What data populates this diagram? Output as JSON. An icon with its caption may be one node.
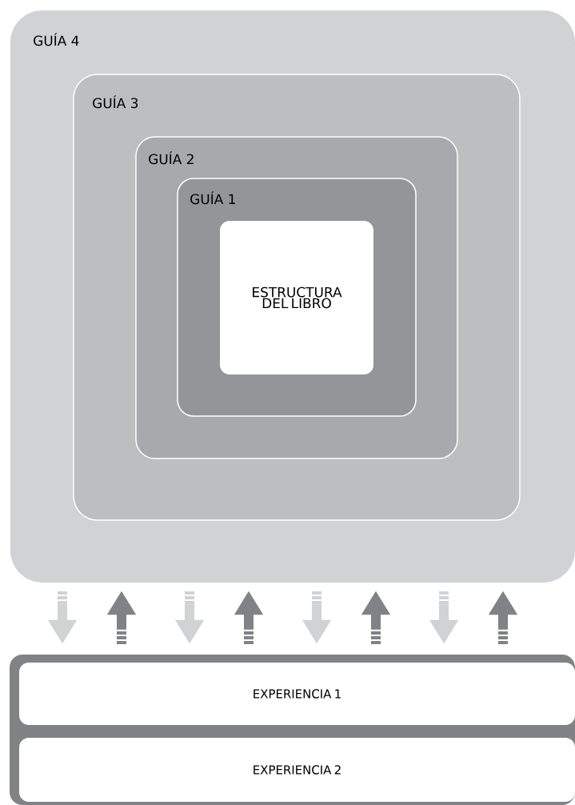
{
  "diagram": {
    "nodes": [
      {
        "text": [
          "GUÍA 4"
        ]
      },
      {
        "text": [
          "GUÍA 3"
        ],
        "in": 0
      },
      {
        "text": [
          "GUÍA 2"
        ],
        "in": 1
      },
      {
        "text": [
          "GUÍA 1"
        ],
        "in": 2
      },
      {
        "text": [
          "ESTRUCTURA DEL LIBRO"
        ],
        "in": 3
      },
      {
        "text": [],
        "shape": "box"
      },
      {
        "text": [
          "EXPERIENCIA 1"
        ],
        "in": 5
      },
      {
        "text": [
          "EXPERIENCIA 2"
        ],
        "in": 5
      }
    ],
    "edges": [
      {
        "from": 0,
        "to": 5,
        "arrow": "to",
        "color": "#d1d2d4"
      },
      {
        "from": 5,
        "to": 0,
        "arrow": "to"
      },
      {
        "from": 0,
        "to": 5,
        "arrow": "to",
        "color": "#d1d2d4"
      },
      {
        "from": 5,
        "to": 0,
        "arrow": "to"
      },
      {
        "from": 0,
        "to": 5,
        "arrow": "to",
        "color": "#d1d2d4"
      },
      {
        "from": 5,
        "to": 0,
        "arrow": "to"
      },
      {
        "from": 0,
        "to": 5,
        "arrow": "to",
        "color": "#d1d2d4"
      },
      {
        "from": 5,
        "to": 0,
        "arrow": "to"
      }
    ]
  }
}
